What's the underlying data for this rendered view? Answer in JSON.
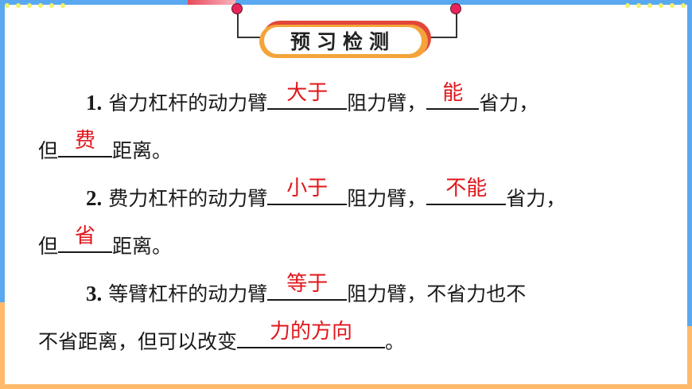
{
  "header": {
    "title": "预习检测"
  },
  "colors": {
    "frame_blue": "#5aa9f0",
    "frame_orange": "#ffb96a",
    "answer_red": "#e0161b",
    "pin_red": "#e8245a",
    "bubble_orange": "#f4a43a",
    "bubble_red": "#e2473a"
  },
  "questions": [
    {
      "number": "1.",
      "line1_a": "省力杠杆的动力臂",
      "answer1": "大于",
      "line1_b": "阻力臂，",
      "answer2": "能",
      "line1_c": "省力，",
      "line2_a": "但",
      "answer3": "费",
      "line2_b": "距离。"
    },
    {
      "number": "2.",
      "line1_a": "费力杠杆的动力臂",
      "answer1": "小于",
      "line1_b": "阻力臂，",
      "answer2": "不能",
      "line1_c": "省力，",
      "line2_a": "但",
      "answer3": "省",
      "line2_b": "距离。"
    },
    {
      "number": "3.",
      "line1_a": "等臂杠杆的动力臂",
      "answer1": "等于",
      "line1_b": "阻力臂，不省力也不",
      "line2_a": "不省距离，但可以改变",
      "answer2": "力的方向",
      "line2_b": "。"
    }
  ]
}
